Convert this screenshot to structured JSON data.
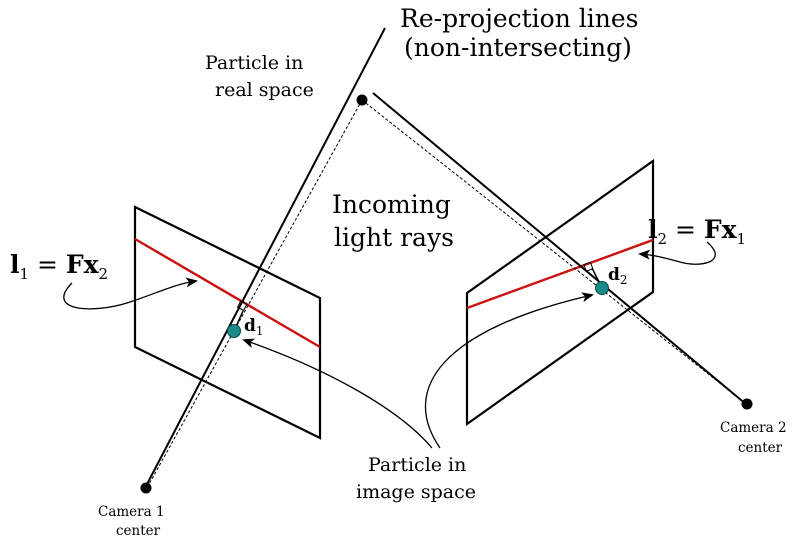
{
  "labels": {
    "reprojection_line1": "Re-projection lines",
    "reprojection_line2": "(non-intersecting)",
    "particle_real_line1": "Particle in",
    "particle_real_line2": "real space",
    "incoming_line1": "Incoming",
    "incoming_line2": "light rays",
    "particle_image_line1": "Particle in",
    "particle_image_line2": "image space",
    "camera1_line1": "Camera 1",
    "camera1_line2": "center",
    "camera2_line1": "Camera 2",
    "camera2_line2": "center"
  },
  "equations": {
    "eq1_lhs": "l",
    "eq1_lhs_sub": "1",
    "eq1_mid": " = ",
    "eq1_F": "F",
    "eq1_x": "x",
    "eq1_x_sub": "2",
    "eq2_lhs": "l",
    "eq2_lhs_sub": "2",
    "eq2_mid": " = ",
    "eq2_F": "F",
    "eq2_x": "x",
    "eq2_x_sub": "1",
    "d1": "d",
    "d1_sub": "1",
    "d2": "d",
    "d2_sub": "2"
  },
  "colors": {
    "epipolar_line": "#cc1111",
    "image_point": "#1a8a8a",
    "stroke": "#000000"
  }
}
